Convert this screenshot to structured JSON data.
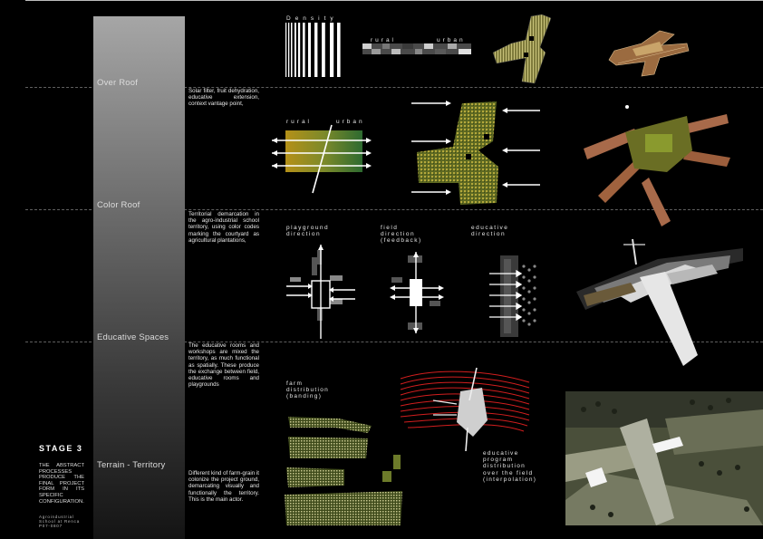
{
  "rows": [
    {
      "label": "Over Roof",
      "description": "Solar filter, fruit dehydration, educative extension, context vantage point,"
    },
    {
      "label": "Color Roof",
      "description": "Territorial demarcation in the agro-industrial school territory, using color codes marking the courtyard as agricultural plantations,"
    },
    {
      "label": "Educative Spaces",
      "description": "The educative rooms and workshops are mixed the territory, as much functional as spatially. These produce the exchange between field, educative rooms and playgrounds"
    },
    {
      "label": "Terrain - Territory",
      "description": "Different kind of farm-grain it colonize the project ground, demarcating visually and functionally the territory. This is the main actor."
    }
  ],
  "diagram_labels": {
    "density": "Density",
    "rural_1": "rural",
    "urban_1": "urban",
    "rural_2": "rural",
    "urban_2": "urban",
    "playground": "playground direction",
    "field": "field direction (feedback)",
    "educative": "educative direction",
    "farm": "farm distribution (banding)",
    "program": "educative program distribution over the field (interpolation)"
  },
  "stage": {
    "title": "STAGE 3",
    "description": "THE ABSTRACT PROCESSES PRODUCE THE FINAL PROJECT FORM IN ITS SPECIFIC CONFIGURATION.",
    "credit": "Agroindustrial School at Renca P07-0807"
  },
  "colors": {
    "background": "#000000",
    "roof_green": "#8f8b3a",
    "roof_brown": "#a86a4a",
    "field_red": "#d21e1e"
  }
}
